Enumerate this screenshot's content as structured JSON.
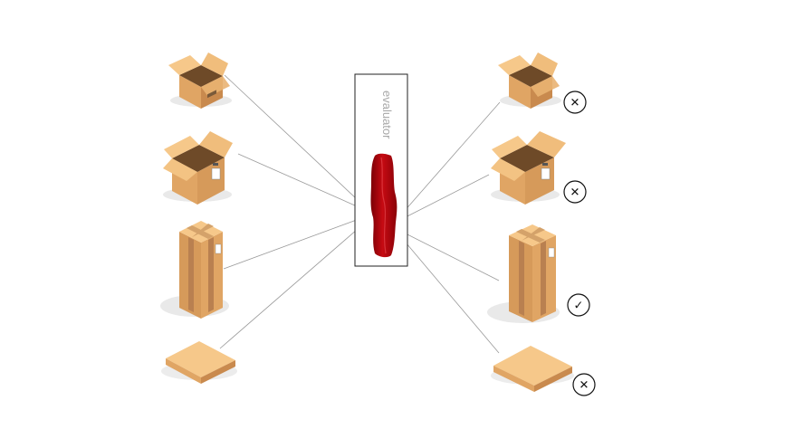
{
  "evaluator": {
    "label": "evaluator",
    "color": "#b00810"
  },
  "inputs": [
    {
      "name": "open-small-box"
    },
    {
      "name": "open-large-box"
    },
    {
      "name": "taped-tall-box"
    },
    {
      "name": "flat-box"
    }
  ],
  "outputs": [
    {
      "name": "open-small-box",
      "verdict": "reject",
      "glyph": "✕"
    },
    {
      "name": "open-large-box",
      "verdict": "reject",
      "glyph": "✕"
    },
    {
      "name": "taped-tall-box",
      "verdict": "accept",
      "glyph": "✓"
    },
    {
      "name": "flat-box",
      "verdict": "reject",
      "glyph": "✕"
    }
  ],
  "colors": {
    "cardboard_light": "#f6c88a",
    "cardboard_mid": "#e0a564",
    "cardboard_dark": "#c98a4e",
    "tape": "#b98050",
    "line": "#9a9a9a"
  },
  "icons": {
    "reject": "close-icon",
    "accept": "check-icon"
  }
}
